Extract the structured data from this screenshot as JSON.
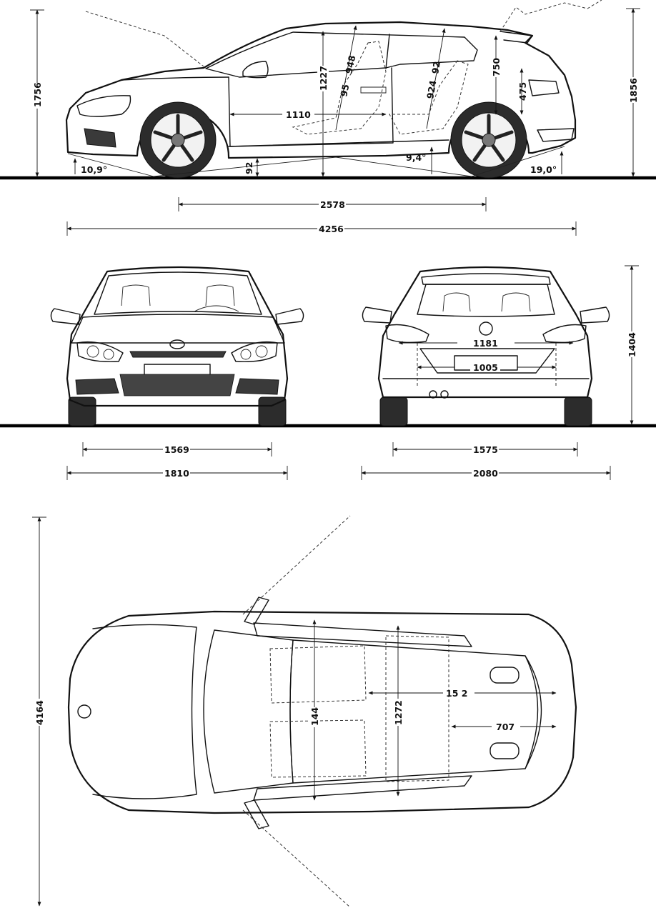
{
  "labels": {
    "height_front": "1756",
    "height_overall": "1856",
    "wheelbase": "2578",
    "length": "4256",
    "approach_angle": "10,9°",
    "departure_angle": "19,0°",
    "ramp_angle": "9,4°",
    "ground_clearance": "92",
    "interior_height": "1227",
    "front_headroom": "948",
    "rear_headroom": "924",
    "front_seat_offset": "95",
    "rear_seat_offset": "92",
    "boot_height": "750",
    "sill_height": "475",
    "door_length": "1110",
    "height": "1404",
    "track_front": "1569",
    "width": "1810",
    "track_rear": "1575",
    "width_mirrors": "2080",
    "rear_width_upper": "1181",
    "boot_opening_width": "1005",
    "length_top": "4164",
    "interior_width_front": "144",
    "interior_width_rear": "1272",
    "interior_length": "15 2",
    "boot_length": "707"
  },
  "icons": {
    "logo": "vw-logo-icon",
    "wheel": "alloy-wheel-icon",
    "mirror": "side-mirror-icon"
  }
}
